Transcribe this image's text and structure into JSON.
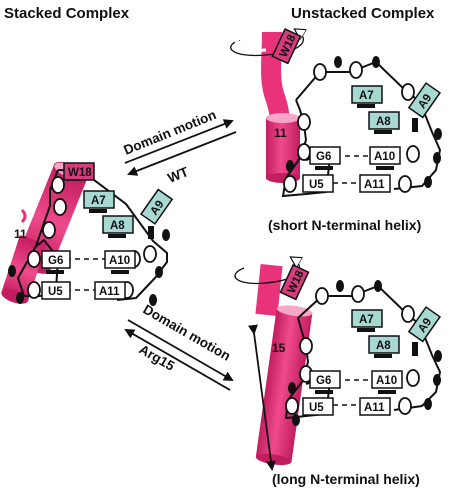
{
  "colors": {
    "helix": "#e8337a",
    "helix_dark": "#b81d5c",
    "helix_light": "#f4a0c2",
    "tryptophan_box": "#d63c7c",
    "unstacked_base_box": "#a8d8d2",
    "stacked_base_box": "#ffffff",
    "backbone": "#111111"
  },
  "titles": {
    "stacked": "Stacked Complex",
    "unstacked": "Unstacked Complex"
  },
  "captions": {
    "short_helix": "(short N-terminal helix)",
    "long_helix": "(long N-terminal helix)"
  },
  "transitions": {
    "top": {
      "above": "Domain motion",
      "below": "WT"
    },
    "bottom": {
      "above": "Domain motion",
      "below": "Arg15"
    }
  },
  "residues": {
    "tryptophan": "W18",
    "helix_short": "11",
    "helix_long": "15"
  },
  "bases": {
    "g6": "G6",
    "u5": "U5",
    "a7": "A7",
    "a8": "A8",
    "a9": "A9",
    "a10": "A10",
    "a11": "A11"
  },
  "icons": [
    "rotation-arrow-icon",
    "double-headed-arrow-icon",
    "equilibrium-arrows-icon"
  ]
}
